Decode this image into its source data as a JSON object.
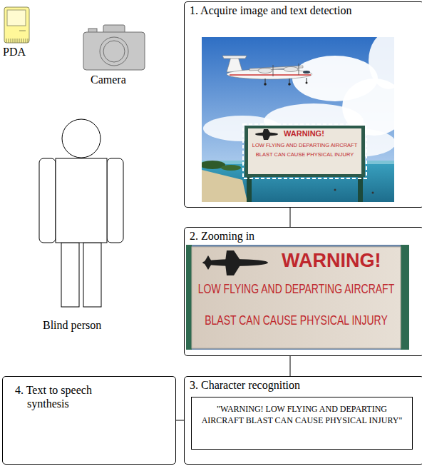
{
  "diagram": {
    "nodes": [
      {
        "text": [
          "1. Acquire image and text detection"
        ]
      },
      {
        "text": [
          "2. Zooming in"
        ]
      },
      {
        "text": [
          "3. Character recognition"
        ]
      },
      {
        "text": [
          "\"WARNING! LOW FLYING AND DEPARTING AIRCRAFT BLAST CAN CAUSE PHYSICAL INJURY\""
        ],
        "in": 2
      },
      {
        "text": [
          "4. Text to speech synthesis"
        ]
      }
    ],
    "edges": [
      {
        "from": 0,
        "to": 1,
        "arrow": "none"
      },
      {
        "from": 1,
        "to": 2,
        "arrow": "none"
      },
      {
        "from": 4,
        "to": 2,
        "arrow": "none"
      }
    ],
    "labels": [
      "PDA",
      "Camera",
      "Blind person",
      "WARNING!",
      "LOW FLYING AND DEPARTING AIRCRAFT",
      "BLAST CAN CAUSE PHYSICAL INJURY",
      "WARNING!",
      "LOW FLYING AND DEPARTING AIRCRAFT",
      "BLAST CAN CAUSE PHYSICAL INJURY"
    ]
  }
}
